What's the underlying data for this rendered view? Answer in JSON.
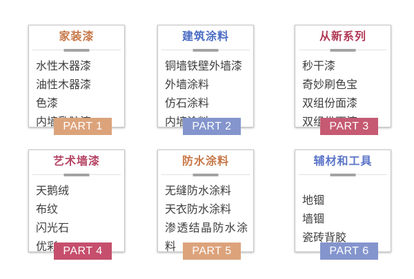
{
  "cards": [
    {
      "title": "家装漆",
      "title_color": "#c77747",
      "badge_label": "PART 1",
      "badge_color": "#dca37b",
      "items": [
        "水性木器漆",
        "油性木器漆",
        "色漆",
        "内墙乳胶漆"
      ]
    },
    {
      "title": "建筑涂料",
      "title_color": "#4a6cc3",
      "badge_label": "PART 2",
      "badge_color": "#8495cd",
      "items": [
        "铜墙铁壁外墙漆",
        "外墙涂料",
        "仿石涂料",
        "内墙涂料"
      ]
    },
    {
      "title": "从新系列",
      "title_color": "#b13a56",
      "badge_label": "PART 3",
      "badge_color": "#c55a72",
      "items": [
        "秒干漆",
        "奇妙刷色宝",
        "双组份面漆",
        "双组份面漆"
      ]
    },
    {
      "title": "艺术墙漆",
      "title_color": "#b54565",
      "badge_label": "PART 4",
      "badge_color": "#c64f6d",
      "items": [
        "天鹅绒",
        "布纹",
        "闪光石",
        "优彩"
      ]
    },
    {
      "title": "防水涂料",
      "title_color": "#c77747",
      "badge_label": "PART 5",
      "badge_color": "#dca37b",
      "items": [
        "无缝防水涂料",
        "天衣防水涂料",
        "渗透结晶防水涂料"
      ]
    },
    {
      "title": "辅材和工具",
      "title_color": "#5a74c8",
      "badge_label": "PART 6",
      "badge_color": "#8495cd",
      "items": [
        "地锢",
        "墙锢",
        "瓷砖背胶"
      ]
    }
  ]
}
